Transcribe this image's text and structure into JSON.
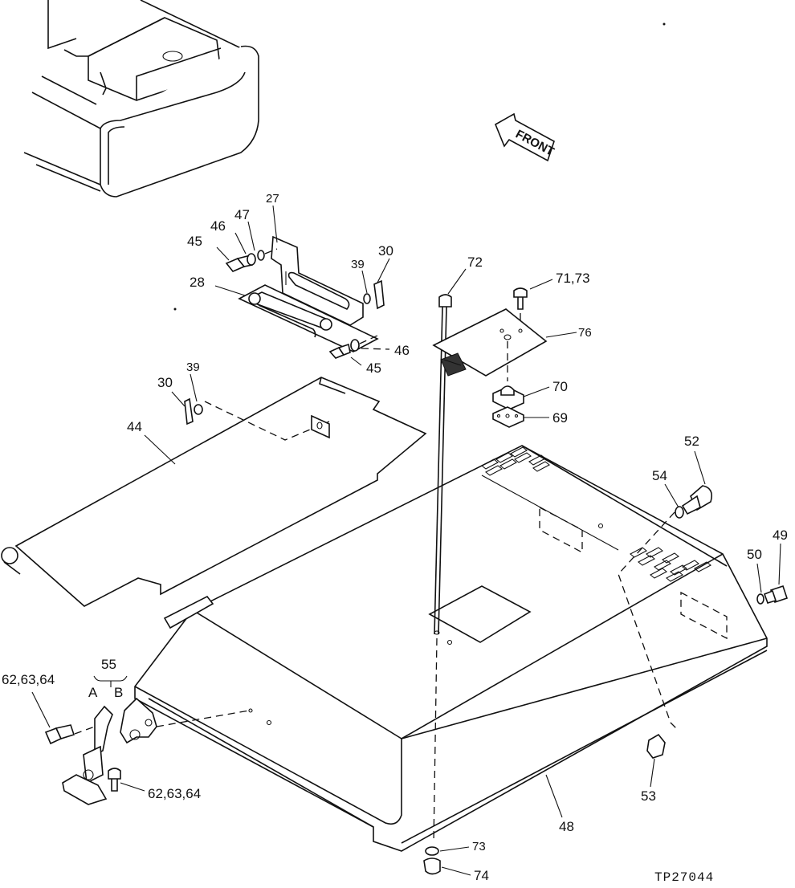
{
  "figure": {
    "direction_label": "FRONT",
    "reference_code": "TP27044"
  },
  "callouts": [
    {
      "id": "c27",
      "text": "27"
    },
    {
      "id": "c47",
      "text": "47"
    },
    {
      "id": "c46a",
      "text": "46"
    },
    {
      "id": "c45a",
      "text": "45"
    },
    {
      "id": "c30a",
      "text": "30"
    },
    {
      "id": "c39a",
      "text": "39"
    },
    {
      "id": "c28",
      "text": "28"
    },
    {
      "id": "c46b",
      "text": "46"
    },
    {
      "id": "c45b",
      "text": "45"
    },
    {
      "id": "c72",
      "text": "72"
    },
    {
      "id": "c7173",
      "text": "71,73"
    },
    {
      "id": "c76",
      "text": "76"
    },
    {
      "id": "c70",
      "text": "70"
    },
    {
      "id": "c69",
      "text": "69"
    },
    {
      "id": "c39b",
      "text": "39"
    },
    {
      "id": "c30b",
      "text": "30"
    },
    {
      "id": "c44",
      "text": "44"
    },
    {
      "id": "c52",
      "text": "52"
    },
    {
      "id": "c54",
      "text": "54"
    },
    {
      "id": "c49",
      "text": "49"
    },
    {
      "id": "c50",
      "text": "50"
    },
    {
      "id": "c55",
      "text": "55"
    },
    {
      "id": "cA",
      "text": "A"
    },
    {
      "id": "cB",
      "text": "B"
    },
    {
      "id": "c626364a",
      "text": "62,63,64"
    },
    {
      "id": "c626364b",
      "text": "62,63,64"
    },
    {
      "id": "c53",
      "text": "53"
    },
    {
      "id": "c48",
      "text": "48"
    },
    {
      "id": "c73",
      "text": "73"
    },
    {
      "id": "c74",
      "text": "74"
    }
  ]
}
